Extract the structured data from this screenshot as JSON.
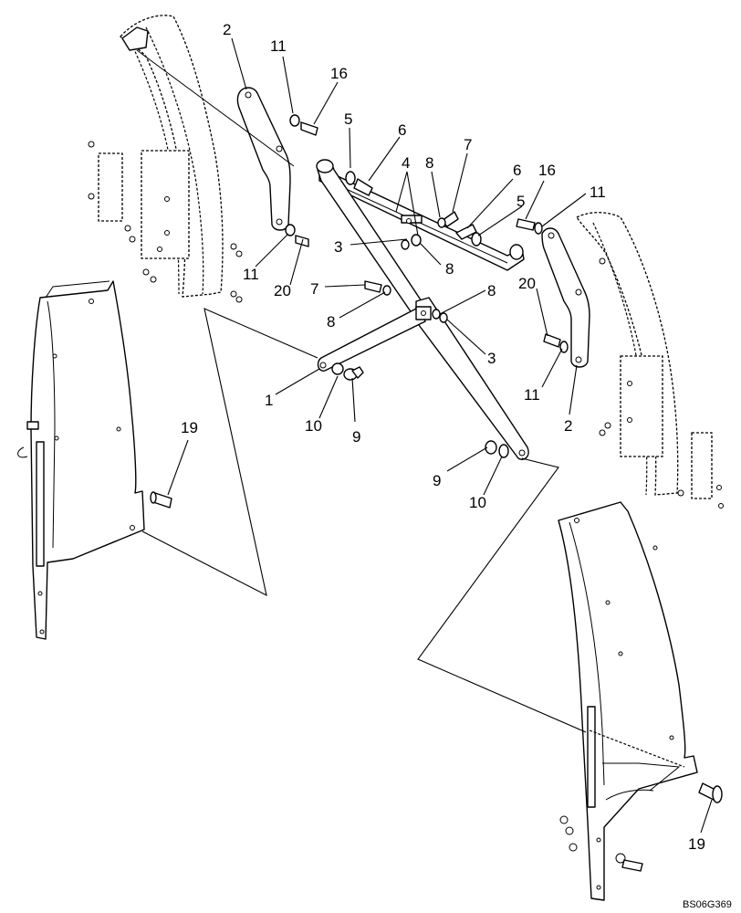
{
  "callouts": [
    {
      "id": "c2a",
      "text": "2"
    },
    {
      "id": "c11a",
      "text": "11"
    },
    {
      "id": "c16a",
      "text": "16"
    },
    {
      "id": "c5a",
      "text": "5"
    },
    {
      "id": "c6a",
      "text": "6"
    },
    {
      "id": "c4",
      "text": "4"
    },
    {
      "id": "c8a",
      "text": "8"
    },
    {
      "id": "c7a",
      "text": "7"
    },
    {
      "id": "c6b",
      "text": "6"
    },
    {
      "id": "c16b",
      "text": "16"
    },
    {
      "id": "c11b",
      "text": "11"
    },
    {
      "id": "c5b",
      "text": "5"
    },
    {
      "id": "c3a",
      "text": "3"
    },
    {
      "id": "c8b",
      "text": "8"
    },
    {
      "id": "c11c",
      "text": "11"
    },
    {
      "id": "c20a",
      "text": "20"
    },
    {
      "id": "c7b",
      "text": "7"
    },
    {
      "id": "c8c",
      "text": "8"
    },
    {
      "id": "c8d",
      "text": "8"
    },
    {
      "id": "c20b",
      "text": "20"
    },
    {
      "id": "c3b",
      "text": "3"
    },
    {
      "id": "c1",
      "text": "1"
    },
    {
      "id": "c10a",
      "text": "10"
    },
    {
      "id": "c9a",
      "text": "9"
    },
    {
      "id": "c11d",
      "text": "11"
    },
    {
      "id": "c2b",
      "text": "2"
    },
    {
      "id": "c19a",
      "text": "19"
    },
    {
      "id": "c9b",
      "text": "9"
    },
    {
      "id": "c10b",
      "text": "10"
    },
    {
      "id": "c19b",
      "text": "19"
    }
  ],
  "drawing_code": "BS06G369"
}
